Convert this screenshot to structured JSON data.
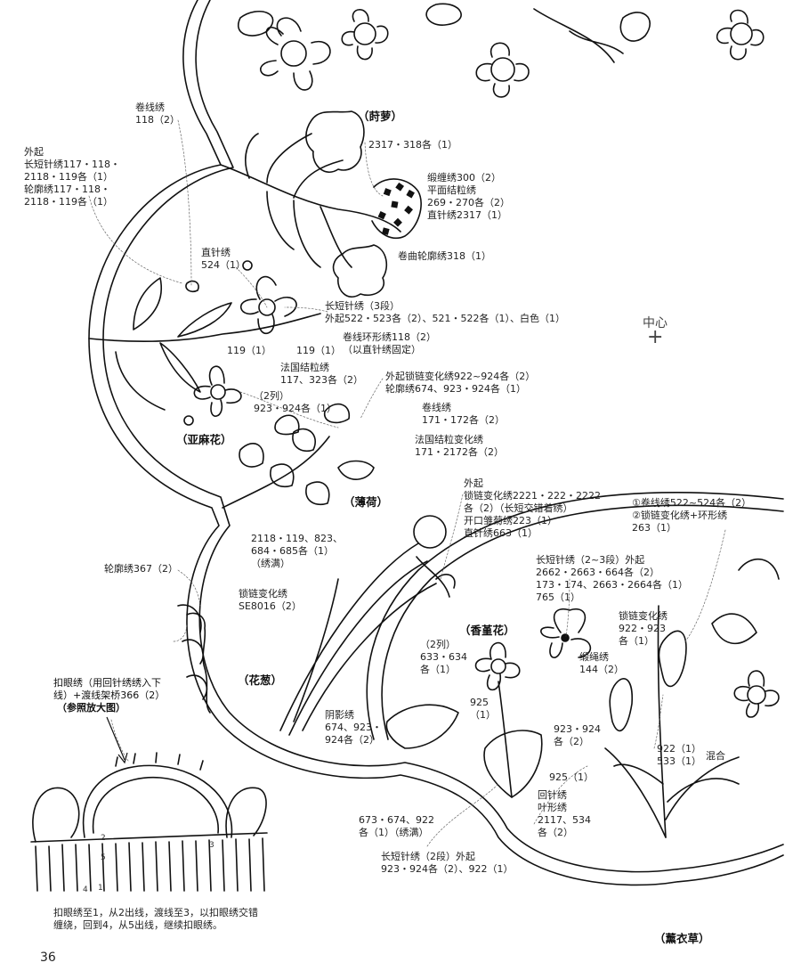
{
  "plants": {
    "dill": "（莳萝）",
    "flax": "（亚麻花）",
    "mint": "（薄荷）",
    "chive": "（花葱）",
    "violet": "（香堇花）",
    "lavender": "（薰衣草）"
  },
  "center": {
    "label": "中心",
    "mark": "+"
  },
  "labels": {
    "l_juanxian_top": "卷线绣\n118（2）",
    "l_waiqi_left": "外起\n长短针绣117・118・\n2118・119各（1）\n轮廓绣117・118・\n2118・119各（1）",
    "l_dill_stem": "2317・318各（1）",
    "l_dill_stitches": "缎缠绣300（2）\n平面结粒绣\n269・270各（2）\n直针绣2317（1）",
    "l_dill_curl": "卷曲轮廓绣318（1）",
    "l_zhizhen": "直针绣\n524（1）",
    "l_changduan3": "长短针绣（3段）\n外起522・523各（2）、521・522各（1）、白色（1）",
    "l_119a": "119（1）",
    "l_119b": "119（1）",
    "l_juanxian_ring": "卷线环形绣118（2）\n（以直针绣固定）",
    "l_french": "法国结粒绣\n117、323各（2）",
    "l_2lie": "（2列）\n923・924各（1）",
    "l_chain_outline": "外起锁链变化绣922~924各（2）\n轮廓绣674、923・924各（1）",
    "l_juanxian_mid": "卷线绣\n171・172各（2）",
    "l_french_var": "法国结粒变化绣\n171・2172各（2）",
    "l_violet_top": "外起\n锁链变化绣2221・222・2222\n各（2）（长短交错着绣）\n开口雏菊绣223（1）\n直针绣663（1）",
    "l_lav_top": "①卷线绣522~524各（2）\n②锁链变化绣+环形绣\n263（1）",
    "l_mint_fill": "2118・119、823、\n684・685各（1）\n（绣满）",
    "l_lunkuo367": "轮廓绣367（2）",
    "l_chain_se": "锁链变化绣\nSE8016（2）",
    "l_long23": "长短针绣（2~3段）外起\n2662・2663・664各（2）\n173・174、2663・2664各（1）\n765（1）",
    "l_chain_lav": "锁链变化绣\n922・923\n各（1）",
    "l_2lie_b": "（2列）\n633・634\n各（1）",
    "l_duansheng": "缎绳绣\n144（2）",
    "l_buttonhole_a": "扣眼绣（用回针绣绣入下\n线）+渡线架桥366（2）",
    "l_buttonhole_b": "（参照放大图）",
    "l_925a": "925\n（1）",
    "l_shadow": "阴影绣\n674、923・\n924各（2）",
    "l_923_924": "923・924\n各（2）",
    "l_mix": "922（1）\n533（1）",
    "l_mix_tag": "混合",
    "l_925b": "925（1）",
    "l_huizhen": "回针绣\n叶形绣\n2117、534\n各（2）",
    "l_fill_bottom": "673・674、922\n各（1）（绣满）",
    "l_long2": "长短针绣（2段）外起\n923・924各（2）、922（1）",
    "l_howto": "扣眼绣至1，从2出线，渡线至3，以扣眼绣交错\n缠绕，回到4，从5出线，继续扣眼绣。"
  },
  "steps": {
    "s1": "1",
    "s2": "2",
    "s3": "3",
    "s4": "4",
    "s5": "5"
  },
  "page_number": "36"
}
